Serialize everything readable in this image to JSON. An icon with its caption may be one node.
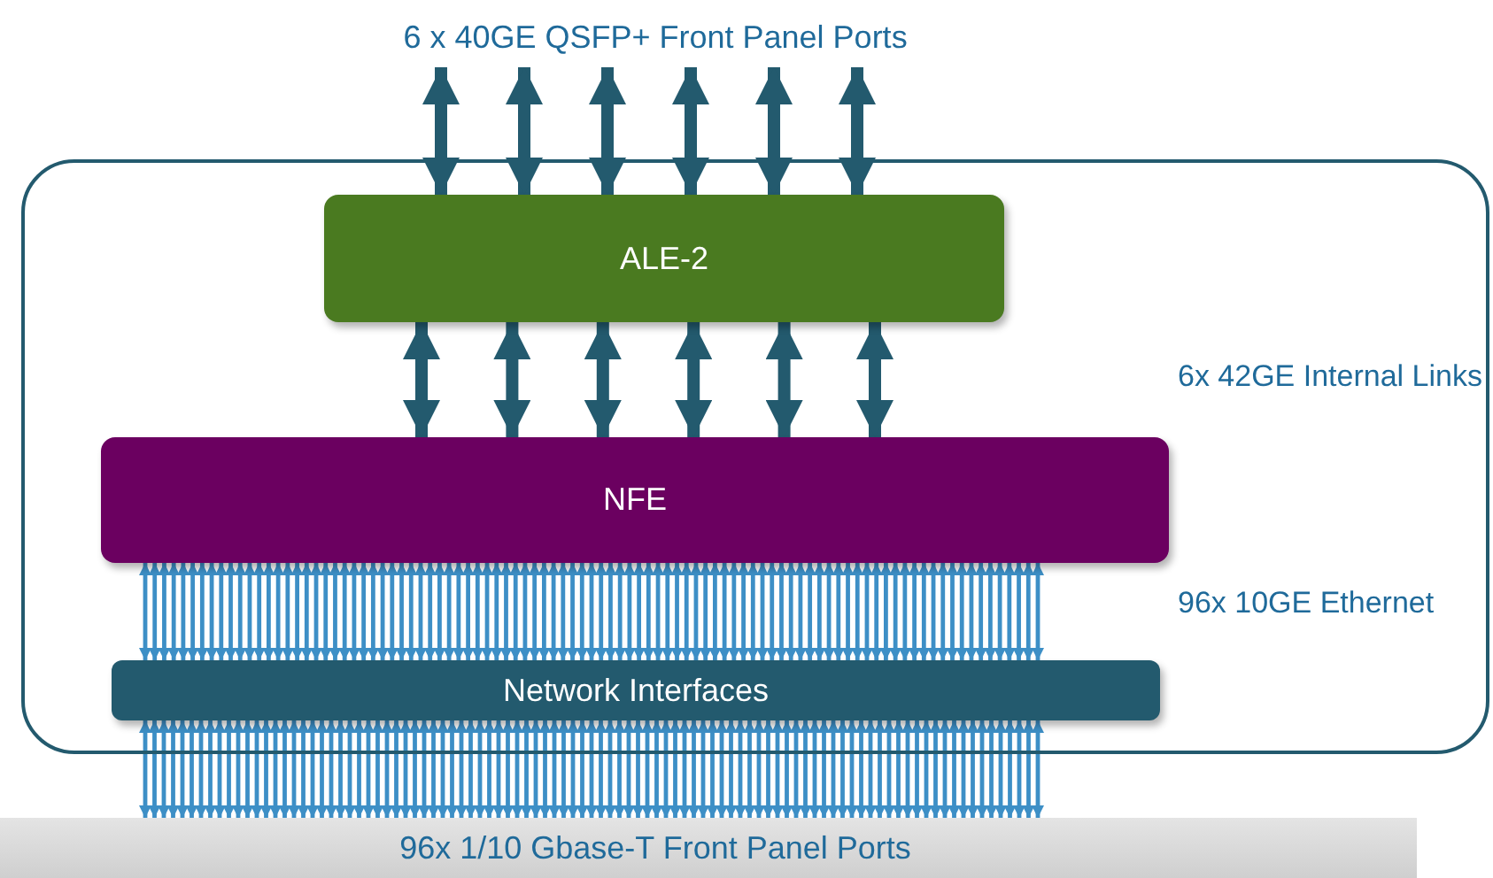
{
  "diagram": {
    "nodes": [
      {
        "text": [
          "6 x 40GE QSFP+ Front Panel Ports"
        ]
      },
      {
        "text": [],
        "shape": "box"
      },
      {
        "text": [
          "ALE-2"
        ],
        "in": 1
      },
      {
        "text": [
          "NFE"
        ],
        "in": 1
      },
      {
        "text": [
          "Network Interfaces"
        ],
        "in": 1
      },
      {
        "text": [
          "96x 1/10 Gbase-T Front Panel Ports"
        ]
      }
    ],
    "edges": [
      {
        "from": 0,
        "to": 2,
        "arrow": "both",
        "style": "thick",
        "color": "#235a6e"
      },
      {
        "from": 0,
        "to": 2,
        "arrow": "both",
        "style": "thick",
        "color": "#235a6e"
      },
      {
        "from": 0,
        "to": 2,
        "arrow": "both",
        "style": "thick",
        "color": "#235a6e"
      },
      {
        "from": 0,
        "to": 2,
        "arrow": "both",
        "style": "thick",
        "color": "#235a6e"
      },
      {
        "from": 0,
        "to": 2,
        "arrow": "both",
        "style": "thick",
        "color": "#235a6e"
      },
      {
        "from": 0,
        "to": 2,
        "arrow": "both",
        "style": "thick",
        "color": "#235a6e"
      },
      {
        "from": 2,
        "to": 3,
        "arrow": "both",
        "style": "thick",
        "color": "#235a6e"
      },
      {
        "from": 2,
        "to": 3,
        "arrow": "both",
        "style": "thick",
        "color": "#235a6e"
      },
      {
        "from": 2,
        "to": 3,
        "arrow": "both",
        "style": "thick",
        "color": "#235a6e"
      },
      {
        "from": 2,
        "to": 3,
        "arrow": "both",
        "style": "thick",
        "color": "#235a6e"
      },
      {
        "from": 2,
        "to": 3,
        "arrow": "both",
        "style": "thick",
        "color": "#235a6e"
      },
      {
        "from": 2,
        "to": 3,
        "arrow": "both",
        "style": "thick",
        "color": "#235a6e"
      },
      {
        "from": 3,
        "to": 4,
        "arrow": "both"
      },
      {
        "from": 3,
        "to": 4,
        "arrow": "both"
      },
      {
        "from": 3,
        "to": 4,
        "arrow": "both"
      },
      {
        "from": 3,
        "to": 4,
        "arrow": "both"
      },
      {
        "from": 3,
        "to": 4,
        "arrow": "both"
      },
      {
        "from": 3,
        "to": 4,
        "arrow": "both"
      },
      {
        "from": 3,
        "to": 4,
        "arrow": "both"
      },
      {
        "from": 3,
        "to": 4,
        "arrow": "both"
      },
      {
        "from": 3,
        "to": 4,
        "arrow": "both"
      },
      {
        "from": 3,
        "to": 4,
        "arrow": "both"
      },
      {
        "from": 3,
        "to": 4,
        "arrow": "both"
      },
      {
        "from": 3,
        "to": 4,
        "arrow": "both"
      },
      {
        "from": 3,
        "to": 4,
        "arrow": "both"
      },
      {
        "from": 3,
        "to": 4,
        "arrow": "both"
      },
      {
        "from": 3,
        "to": 4,
        "arrow": "both"
      },
      {
        "from": 3,
        "to": 4,
        "arrow": "both"
      },
      {
        "from": 3,
        "to": 4,
        "arrow": "both"
      },
      {
        "from": 3,
        "to": 4,
        "arrow": "both"
      },
      {
        "from": 3,
        "to": 4,
        "arrow": "both"
      },
      {
        "from": 3,
        "to": 4,
        "arrow": "both"
      },
      {
        "from": 3,
        "to": 4,
        "arrow": "both"
      },
      {
        "from": 3,
        "to": 4,
        "arrow": "both"
      },
      {
        "from": 3,
        "to": 4,
        "arrow": "both"
      },
      {
        "from": 3,
        "to": 4,
        "arrow": "both"
      },
      {
        "from": 3,
        "to": 4,
        "arrow": "both"
      },
      {
        "from": 3,
        "to": 4,
        "arrow": "both"
      },
      {
        "from": 3,
        "to": 4,
        "arrow": "both"
      },
      {
        "from": 3,
        "to": 4,
        "arrow": "both"
      },
      {
        "from": 3,
        "to": 4,
        "arrow": "both"
      },
      {
        "from": 3,
        "to": 4,
        "arrow": "both"
      },
      {
        "from": 3,
        "to": 4,
        "arrow": "both"
      },
      {
        "from": 3,
        "to": 4,
        "arrow": "both"
      },
      {
        "from": 3,
        "to": 4,
        "arrow": "both"
      },
      {
        "from": 3,
        "to": 4,
        "arrow": "both"
      },
      {
        "from": 3,
        "to": 4,
        "arrow": "both"
      },
      {
        "from": 3,
        "to": 4,
        "arrow": "both"
      },
      {
        "from": 3,
        "to": 4,
        "arrow": "both"
      },
      {
        "from": 3,
        "to": 4,
        "arrow": "both"
      },
      {
        "from": 3,
        "to": 4,
        "arrow": "both"
      },
      {
        "from": 3,
        "to": 4,
        "arrow": "both"
      },
      {
        "from": 3,
        "to": 4,
        "arrow": "both"
      },
      {
        "from": 3,
        "to": 4,
        "arrow": "both"
      },
      {
        "from": 3,
        "to": 4,
        "arrow": "both"
      },
      {
        "from": 3,
        "to": 4,
        "arrow": "both"
      },
      {
        "from": 3,
        "to": 4,
        "arrow": "both"
      },
      {
        "from": 3,
        "to": 4,
        "arrow": "both"
      },
      {
        "from": 3,
        "to": 4,
        "arrow": "both"
      },
      {
        "from": 3,
        "to": 4,
        "arrow": "both"
      },
      {
        "from": 3,
        "to": 4,
        "arrow": "both"
      },
      {
        "from": 3,
        "to": 4,
        "arrow": "both"
      },
      {
        "from": 3,
        "to": 4,
        "arrow": "both"
      },
      {
        "from": 3,
        "to": 4,
        "arrow": "both"
      },
      {
        "from": 3,
        "to": 4,
        "arrow": "both"
      },
      {
        "from": 3,
        "to": 4,
        "arrow": "both"
      },
      {
        "from": 3,
        "to": 4,
        "arrow": "both"
      },
      {
        "from": 3,
        "to": 4,
        "arrow": "both"
      },
      {
        "from": 3,
        "to": 4,
        "arrow": "both"
      },
      {
        "from": 3,
        "to": 4,
        "arrow": "both"
      },
      {
        "from": 3,
        "to": 4,
        "arrow": "both"
      },
      {
        "from": 3,
        "to": 4,
        "arrow": "both"
      },
      {
        "from": 3,
        "to": 4,
        "arrow": "both"
      },
      {
        "from": 3,
        "to": 4,
        "arrow": "both"
      },
      {
        "from": 3,
        "to": 4,
        "arrow": "both"
      },
      {
        "from": 3,
        "to": 4,
        "arrow": "both"
      },
      {
        "from": 3,
        "to": 4,
        "arrow": "both"
      },
      {
        "from": 3,
        "to": 4,
        "arrow": "both"
      },
      {
        "from": 3,
        "to": 4,
        "arrow": "both"
      },
      {
        "from": 3,
        "to": 4,
        "arrow": "both"
      },
      {
        "from": 3,
        "to": 4,
        "arrow": "both"
      },
      {
        "from": 3,
        "to": 4,
        "arrow": "both"
      },
      {
        "from": 3,
        "to": 4,
        "arrow": "both"
      },
      {
        "from": 3,
        "to": 4,
        "arrow": "both"
      },
      {
        "from": 3,
        "to": 4,
        "arrow": "both"
      },
      {
        "from": 3,
        "to": 4,
        "arrow": "both"
      },
      {
        "from": 3,
        "to": 4,
        "arrow": "both"
      },
      {
        "from": 3,
        "to": 4,
        "arrow": "both"
      },
      {
        "from": 3,
        "to": 4,
        "arrow": "both"
      },
      {
        "from": 3,
        "to": 4,
        "arrow": "both"
      },
      {
        "from": 3,
        "to": 4,
        "arrow": "both"
      },
      {
        "from": 3,
        "to": 4,
        "arrow": "both"
      },
      {
        "from": 3,
        "to": 4,
        "arrow": "both"
      },
      {
        "from": 3,
        "to": 4,
        "arrow": "both"
      },
      {
        "from": 3,
        "to": 4,
        "arrow": "both"
      },
      {
        "from": 3,
        "to": 4,
        "arrow": "both"
      },
      {
        "from": 3,
        "to": 4,
        "arrow": "both"
      },
      {
        "from": 3,
        "to": 4,
        "arrow": "both"
      },
      {
        "from": 3,
        "to": 4,
        "arrow": "both"
      },
      {
        "from": 3,
        "to": 4,
        "arrow": "both"
      },
      {
        "from": 3,
        "to": 4,
        "arrow": "both"
      },
      {
        "from": 3,
        "to": 4,
        "arrow": "both"
      },
      {
        "from": 3,
        "to": 4,
        "arrow": "both"
      },
      {
        "from": 3,
        "to": 4,
        "arrow": "both"
      },
      {
        "from": 3,
        "to": 4,
        "arrow": "both"
      },
      {
        "from": 3,
        "to": 4,
        "arrow": "both"
      },
      {
        "from": 3,
        "to": 4,
        "arrow": "both"
      },
      {
        "from": 4,
        "to": 5,
        "arrow": "both"
      },
      {
        "from": 4,
        "to": 5,
        "arrow": "both"
      },
      {
        "from": 4,
        "to": 5,
        "arrow": "both"
      },
      {
        "from": 4,
        "to": 5,
        "arrow": "both"
      },
      {
        "from": 4,
        "to": 5,
        "arrow": "both"
      },
      {
        "from": 4,
        "to": 5,
        "arrow": "both"
      },
      {
        "from": 4,
        "to": 5,
        "arrow": "both"
      },
      {
        "from": 4,
        "to": 5,
        "arrow": "both"
      },
      {
        "from": 4,
        "to": 5,
        "arrow": "both"
      },
      {
        "from": 4,
        "to": 5,
        "arrow": "both"
      },
      {
        "from": 4,
        "to": 5,
        "arrow": "both"
      },
      {
        "from": 4,
        "to": 5,
        "arrow": "both"
      },
      {
        "from": 4,
        "to": 5,
        "arrow": "both"
      },
      {
        "from": 4,
        "to": 5,
        "arrow": "both"
      },
      {
        "from": 4,
        "to": 5,
        "arrow": "both"
      },
      {
        "from": 4,
        "to": 5,
        "arrow": "both"
      },
      {
        "from": 4,
        "to": 5,
        "arrow": "both"
      },
      {
        "from": 4,
        "to": 5,
        "arrow": "both"
      },
      {
        "from": 4,
        "to": 5,
        "arrow": "both"
      },
      {
        "from": 4,
        "to": 5,
        "arrow": "both"
      },
      {
        "from": 4,
        "to": 5,
        "arrow": "both"
      },
      {
        "from": 4,
        "to": 5,
        "arrow": "both"
      },
      {
        "from": 4,
        "to": 5,
        "arrow": "both"
      },
      {
        "from": 4,
        "to": 5,
        "arrow": "both"
      },
      {
        "from": 4,
        "to": 5,
        "arrow": "both"
      },
      {
        "from": 4,
        "to": 5,
        "arrow": "both"
      },
      {
        "from": 4,
        "to": 5,
        "arrow": "both"
      },
      {
        "from": 4,
        "to": 5,
        "arrow": "both"
      },
      {
        "from": 4,
        "to": 5,
        "arrow": "both"
      },
      {
        "from": 4,
        "to": 5,
        "arrow": "both"
      },
      {
        "from": 4,
        "to": 5,
        "arrow": "both"
      },
      {
        "from": 4,
        "to": 5,
        "arrow": "both"
      },
      {
        "from": 4,
        "to": 5,
        "arrow": "both"
      },
      {
        "from": 4,
        "to": 5,
        "arrow": "both"
      },
      {
        "from": 4,
        "to": 5,
        "arrow": "both"
      },
      {
        "from": 4,
        "to": 5,
        "arrow": "both"
      },
      {
        "from": 4,
        "to": 5,
        "arrow": "both"
      },
      {
        "from": 4,
        "to": 5,
        "arrow": "both"
      },
      {
        "from": 4,
        "to": 5,
        "arrow": "both"
      },
      {
        "from": 4,
        "to": 5,
        "arrow": "both"
      },
      {
        "from": 4,
        "to": 5,
        "arrow": "both"
      },
      {
        "from": 4,
        "to": 5,
        "arrow": "both"
      },
      {
        "from": 4,
        "to": 5,
        "arrow": "both"
      },
      {
        "from": 4,
        "to": 5,
        "arrow": "both"
      },
      {
        "from": 4,
        "to": 5,
        "arrow": "both"
      },
      {
        "from": 4,
        "to": 5,
        "arrow": "both"
      },
      {
        "from": 4,
        "to": 5,
        "arrow": "both"
      },
      {
        "from": 4,
        "to": 5,
        "arrow": "both"
      },
      {
        "from": 4,
        "to": 5,
        "arrow": "both"
      },
      {
        "from": 4,
        "to": 5,
        "arrow": "both"
      },
      {
        "from": 4,
        "to": 5,
        "arrow": "both"
      },
      {
        "from": 4,
        "to": 5,
        "arrow": "both"
      },
      {
        "from": 4,
        "to": 5,
        "arrow": "both"
      },
      {
        "from": 4,
        "to": 5,
        "arrow": "both"
      },
      {
        "from": 4,
        "to": 5,
        "arrow": "both"
      },
      {
        "from": 4,
        "to": 5,
        "arrow": "both"
      },
      {
        "from": 4,
        "to": 5,
        "arrow": "both"
      },
      {
        "from": 4,
        "to": 5,
        "arrow": "both"
      },
      {
        "from": 4,
        "to": 5,
        "arrow": "both"
      },
      {
        "from": 4,
        "to": 5,
        "arrow": "both"
      },
      {
        "from": 4,
        "to": 5,
        "arrow": "both"
      },
      {
        "from": 4,
        "to": 5,
        "arrow": "both"
      },
      {
        "from": 4,
        "to": 5,
        "arrow": "both"
      },
      {
        "from": 4,
        "to": 5,
        "arrow": "both"
      },
      {
        "from": 4,
        "to": 5,
        "arrow": "both"
      },
      {
        "from": 4,
        "to": 5,
        "arrow": "both"
      },
      {
        "from": 4,
        "to": 5,
        "arrow": "both"
      },
      {
        "from": 4,
        "to": 5,
        "arrow": "both"
      },
      {
        "from": 4,
        "to": 5,
        "arrow": "both"
      },
      {
        "from": 4,
        "to": 5,
        "arrow": "both"
      },
      {
        "from": 4,
        "to": 5,
        "arrow": "both"
      },
      {
        "from": 4,
        "to": 5,
        "arrow": "both"
      },
      {
        "from": 4,
        "to": 5,
        "arrow": "both"
      },
      {
        "from": 4,
        "to": 5,
        "arrow": "both"
      },
      {
        "from": 4,
        "to": 5,
        "arrow": "both"
      },
      {
        "from": 4,
        "to": 5,
        "arrow": "both"
      },
      {
        "from": 4,
        "to": 5,
        "arrow": "both"
      },
      {
        "from": 4,
        "to": 5,
        "arrow": "both"
      },
      {
        "from": 4,
        "to": 5,
        "arrow": "both"
      },
      {
        "from": 4,
        "to": 5,
        "arrow": "both"
      },
      {
        "from": 4,
        "to": 5,
        "arrow": "both"
      },
      {
        "from": 4,
        "to": 5,
        "arrow": "both"
      },
      {
        "from": 4,
        "to": 5,
        "arrow": "both"
      },
      {
        "from": 4,
        "to": 5,
        "arrow": "both"
      },
      {
        "from": 4,
        "to": 5,
        "arrow": "both"
      },
      {
        "from": 4,
        "to": 5,
        "arrow": "both"
      },
      {
        "from": 4,
        "to": 5,
        "arrow": "both"
      },
      {
        "from": 4,
        "to": 5,
        "arrow": "both"
      },
      {
        "from": 4,
        "to": 5,
        "arrow": "both"
      },
      {
        "from": 4,
        "to": 5,
        "arrow": "both"
      },
      {
        "from": 4,
        "to": 5,
        "arrow": "both"
      },
      {
        "from": 4,
        "to": 5,
        "arrow": "both"
      },
      {
        "from": 4,
        "to": 5,
        "arrow": "both"
      },
      {
        "from": 4,
        "to": 5,
        "arrow": "both"
      },
      {
        "from": 4,
        "to": 5,
        "arrow": "both"
      },
      {
        "from": 4,
        "to": 5,
        "arrow": "both"
      },
      {
        "from": 4,
        "to": 5,
        "arrow": "both"
      }
    ],
    "labels": [
      "6x 42GE Internal Links",
      "96x 10GE Ethernet"
    ]
  }
}
